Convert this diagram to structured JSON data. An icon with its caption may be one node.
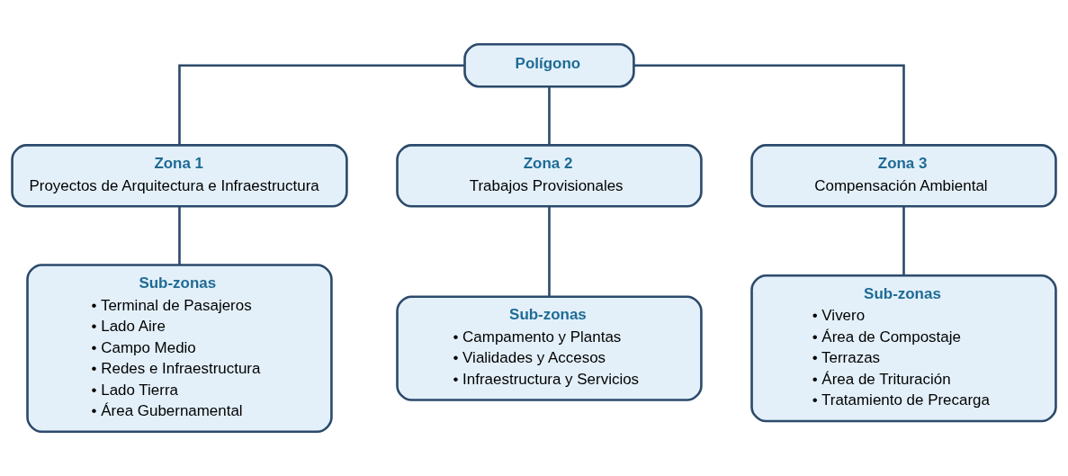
{
  "diagram": {
    "nodes": [
      {
        "text": [
          "Polígono"
        ]
      },
      {
        "text": [
          "Zona 1",
          "Proyectos de Arquitectura e Infraestructura"
        ]
      },
      {
        "text": [
          "Zona 2",
          "Trabajos Provisionales"
        ]
      },
      {
        "text": [
          "Zona 3",
          "Compensación Ambiental"
        ]
      },
      {
        "text": [
          "Sub-zonas",
          "• Terminal de Pasajeros",
          "• Lado Aire",
          "• Campo Medio",
          "• Redes e Infraestructura",
          "• Lado Tierra",
          "• Área Gubernamental"
        ]
      },
      {
        "text": [
          "Sub-zonas",
          "• Campamento y Plantas",
          "• Vialidades y Accesos",
          "• Infraestructura y Servicios"
        ]
      },
      {
        "text": [
          "Sub-zonas",
          "• Vivero",
          "• Área de Compostaje",
          "• Terrazas",
          "• Área de Trituración",
          "• Tratamiento de Precarga"
        ]
      }
    ],
    "edges": [
      {
        "from": 0,
        "to": 1,
        "arrow": "none"
      },
      {
        "from": 0,
        "to": 2,
        "arrow": "none"
      },
      {
        "from": 0,
        "to": 3,
        "arrow": "none"
      },
      {
        "from": 1,
        "to": 4,
        "arrow": "none"
      },
      {
        "from": 2,
        "to": 5,
        "arrow": "none"
      },
      {
        "from": 3,
        "to": 6,
        "arrow": "none"
      }
    ]
  }
}
